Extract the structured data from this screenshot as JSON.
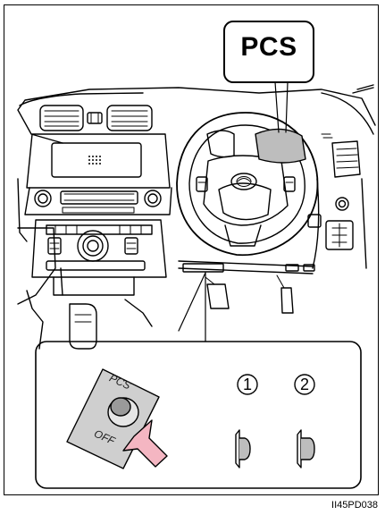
{
  "callout": {
    "label": "PCS"
  },
  "switch": {
    "top_text": "PCS",
    "bottom_text": "OFF"
  },
  "positions": [
    {
      "number": "1"
    },
    {
      "number": "2"
    }
  ],
  "figure_code": "II45PD038",
  "colors": {
    "line": "#000000",
    "highlight": "#bdbdbd",
    "arrow": "#f4b6c2",
    "switch_panel": "#cfcfcf"
  }
}
